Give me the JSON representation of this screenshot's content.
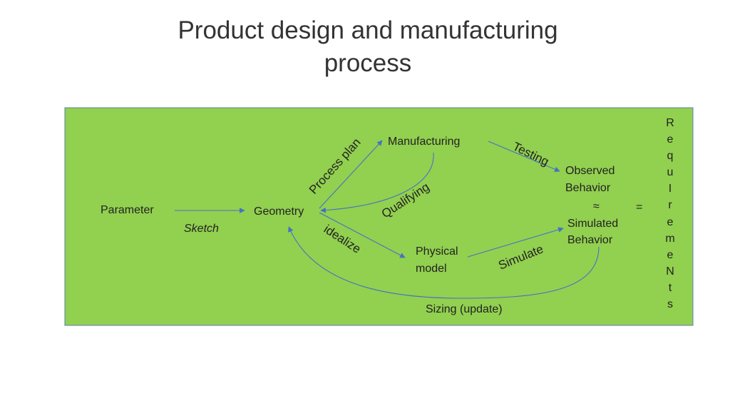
{
  "title": {
    "line1": "Product design  and manufacturing",
    "line2": "process"
  },
  "colors": {
    "panel": "#92d050",
    "arrow": "#4472c4",
    "border": "#5b7ea8",
    "text": "#222222"
  },
  "nodes": {
    "parameter": "Parameter",
    "geometry": "Geometry",
    "manufacturing": "Manufacturing",
    "physical_model": [
      "Physical",
      "model"
    ],
    "observed_behavior": [
      "Observed",
      "Behavior"
    ],
    "approx": "≈",
    "equals": "=",
    "simulated_behavior": [
      "Simulated",
      "Behavior"
    ]
  },
  "edges": {
    "sketch": "Sketch",
    "process_plan": "Process plan",
    "qualifying": "Qualifying",
    "idealize": "idealize",
    "testing": "Testing",
    "simulate": "Simulate",
    "sizing": "Sizing (update)"
  },
  "requirements_letters": [
    "R",
    "e",
    "q",
    "u",
    "I",
    "r",
    "e",
    "m",
    "e",
    "N",
    "t",
    "s"
  ]
}
